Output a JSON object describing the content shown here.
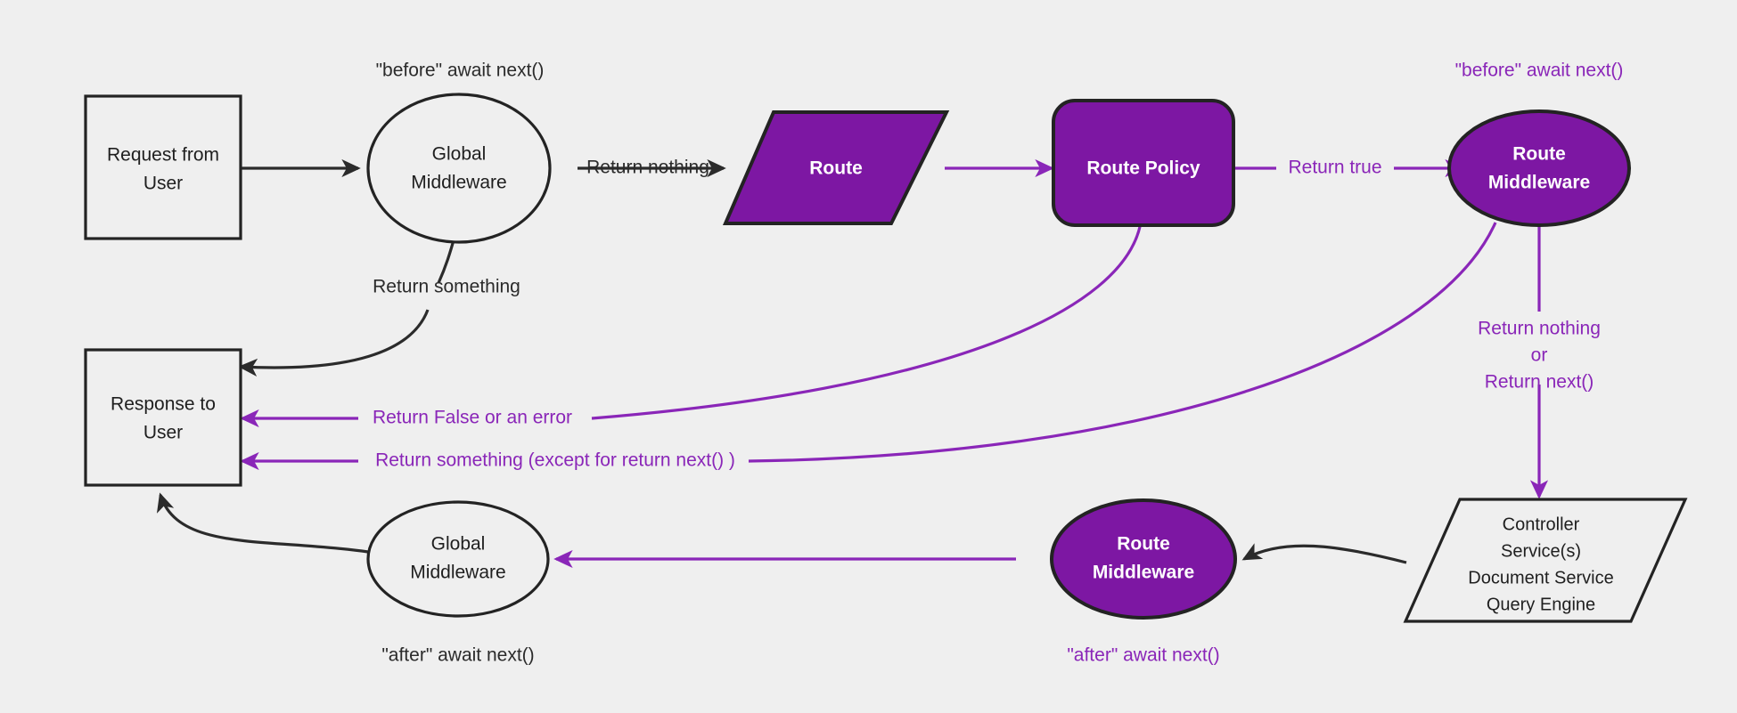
{
  "diagram": {
    "title": "Middleware request/response lifecycle",
    "background_color": "#efefef",
    "accent_color": "#8a26b8",
    "fill_color": "#7d17a3",
    "outline_color": "#232323"
  },
  "nodes": {
    "request_from_user": {
      "line1": "Request from",
      "line2": "User",
      "shape": "rectangle"
    },
    "global_middleware_top": {
      "line1": "Global",
      "line2": "Middleware",
      "shape": "ellipse"
    },
    "route": {
      "line1": "Route",
      "shape": "parallelogram"
    },
    "route_policy": {
      "line1": "Route Policy",
      "shape": "rounded-rectangle"
    },
    "route_middleware_top": {
      "line1": "Route",
      "line2": "Middleware",
      "shape": "ellipse"
    },
    "controller_stack": {
      "line1": "Controller",
      "line2": "Service(s)",
      "line3": "Document Service",
      "line4": "Query Engine",
      "shape": "parallelogram"
    },
    "route_middleware_bottom": {
      "line1": "Route",
      "line2": "Middleware",
      "shape": "ellipse"
    },
    "global_middleware_bottom": {
      "line1": "Global",
      "line2": "Middleware",
      "shape": "ellipse"
    },
    "response_to_user": {
      "line1": "Response to",
      "line2": "User",
      "shape": "rectangle"
    }
  },
  "annotations": {
    "before_global": "\"before\" await next()",
    "before_route_mw": "\"before\" await next()",
    "after_global": "\"after\" await next()",
    "after_route_mw": "\"after\" await next()"
  },
  "edge_labels": {
    "return_nothing_global": "Return nothing",
    "return_something_global": "Return something",
    "return_true": "Return true",
    "return_false_or_error": "Return False or an error",
    "return_something_except_next": "Return something (except for return next() )",
    "return_nothing_or_next_line1": "Return nothing",
    "return_nothing_or_next_line2": "or",
    "return_nothing_or_next_line3": "Return next()"
  }
}
